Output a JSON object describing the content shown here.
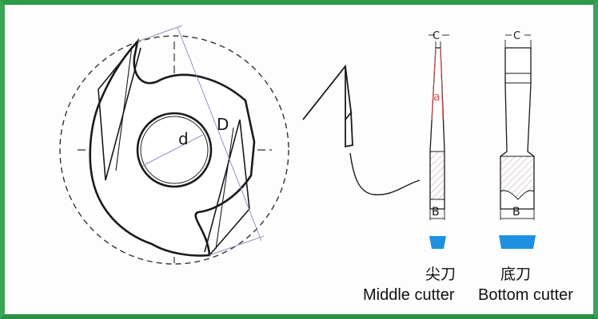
{
  "labels": {
    "d": "d",
    "D": "D",
    "alpha": "a",
    "C_middle": "C",
    "C_bottom": "C",
    "B_middle": "B",
    "B_bottom": "B"
  },
  "captions": {
    "middle_cn": "尖刀",
    "middle_en": "Middle cutter",
    "bottom_cn": "底刀",
    "bottom_en": "Bottom cutter"
  },
  "colors": {
    "frame": "#3aa655",
    "line": "#222222",
    "dim": "#9a8fc0",
    "alpha": "#d9534f",
    "chip": "#1e90e0",
    "hatch": "#c8a6b0"
  }
}
